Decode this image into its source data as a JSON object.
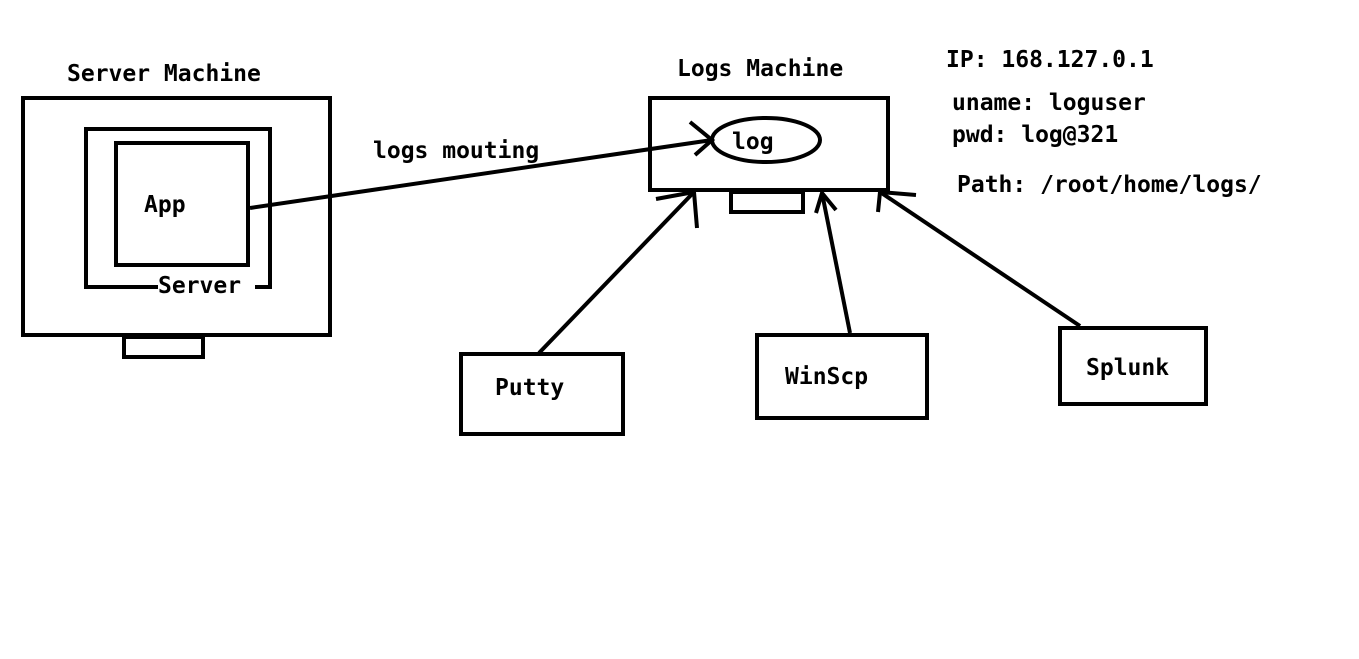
{
  "server_machine": {
    "title": "Server Machine",
    "server_label": "Server",
    "app_label": "App"
  },
  "connection": {
    "label": "logs mouting"
  },
  "logs_machine": {
    "title": "Logs Machine",
    "log_label": "log"
  },
  "credentials": {
    "ip": "IP: 168.127.0.1",
    "uname": "uname: loguser",
    "pwd": "pwd: log@321",
    "path": "Path: /root/home/logs/"
  },
  "clients": [
    {
      "label": "Putty"
    },
    {
      "label": "WinScp"
    },
    {
      "label": "Splunk"
    }
  ]
}
